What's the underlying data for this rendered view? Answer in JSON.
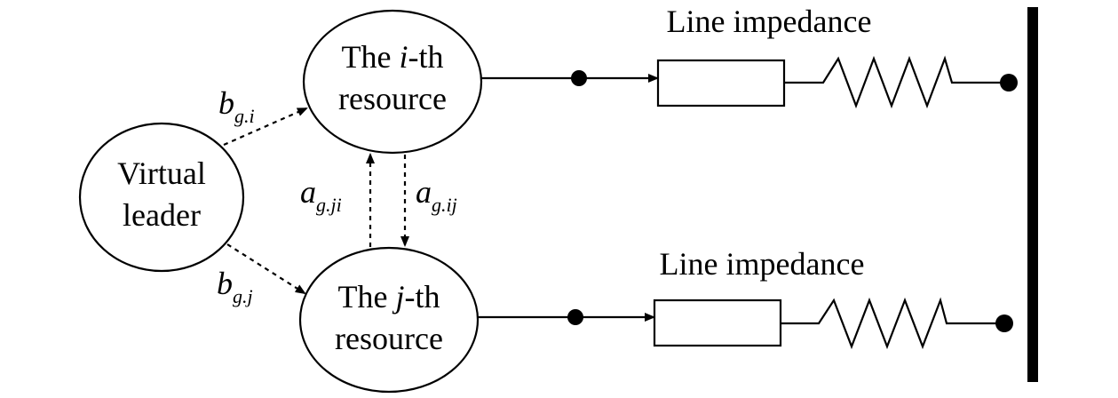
{
  "nodes": {
    "virtual_leader": {
      "line1": "Virtual",
      "line2": "leader"
    },
    "resource_i": {
      "prefix": "The ",
      "index": "i",
      "suffix": "-th",
      "line2": "resource"
    },
    "resource_j": {
      "prefix": "The ",
      "index": "j",
      "suffix": "-th",
      "line2": "resource"
    }
  },
  "edges": {
    "b_gi": {
      "symbol": "b",
      "subscript": "g.i"
    },
    "b_gj": {
      "symbol": "b",
      "subscript": "g.j"
    },
    "a_gji": {
      "symbol": "a",
      "subscript": "g.ji"
    },
    "a_gij": {
      "symbol": "a",
      "subscript": "g.ij"
    }
  },
  "lines": {
    "top": {
      "label": "Line impedance"
    },
    "bottom": {
      "label": "Line impedance"
    }
  }
}
